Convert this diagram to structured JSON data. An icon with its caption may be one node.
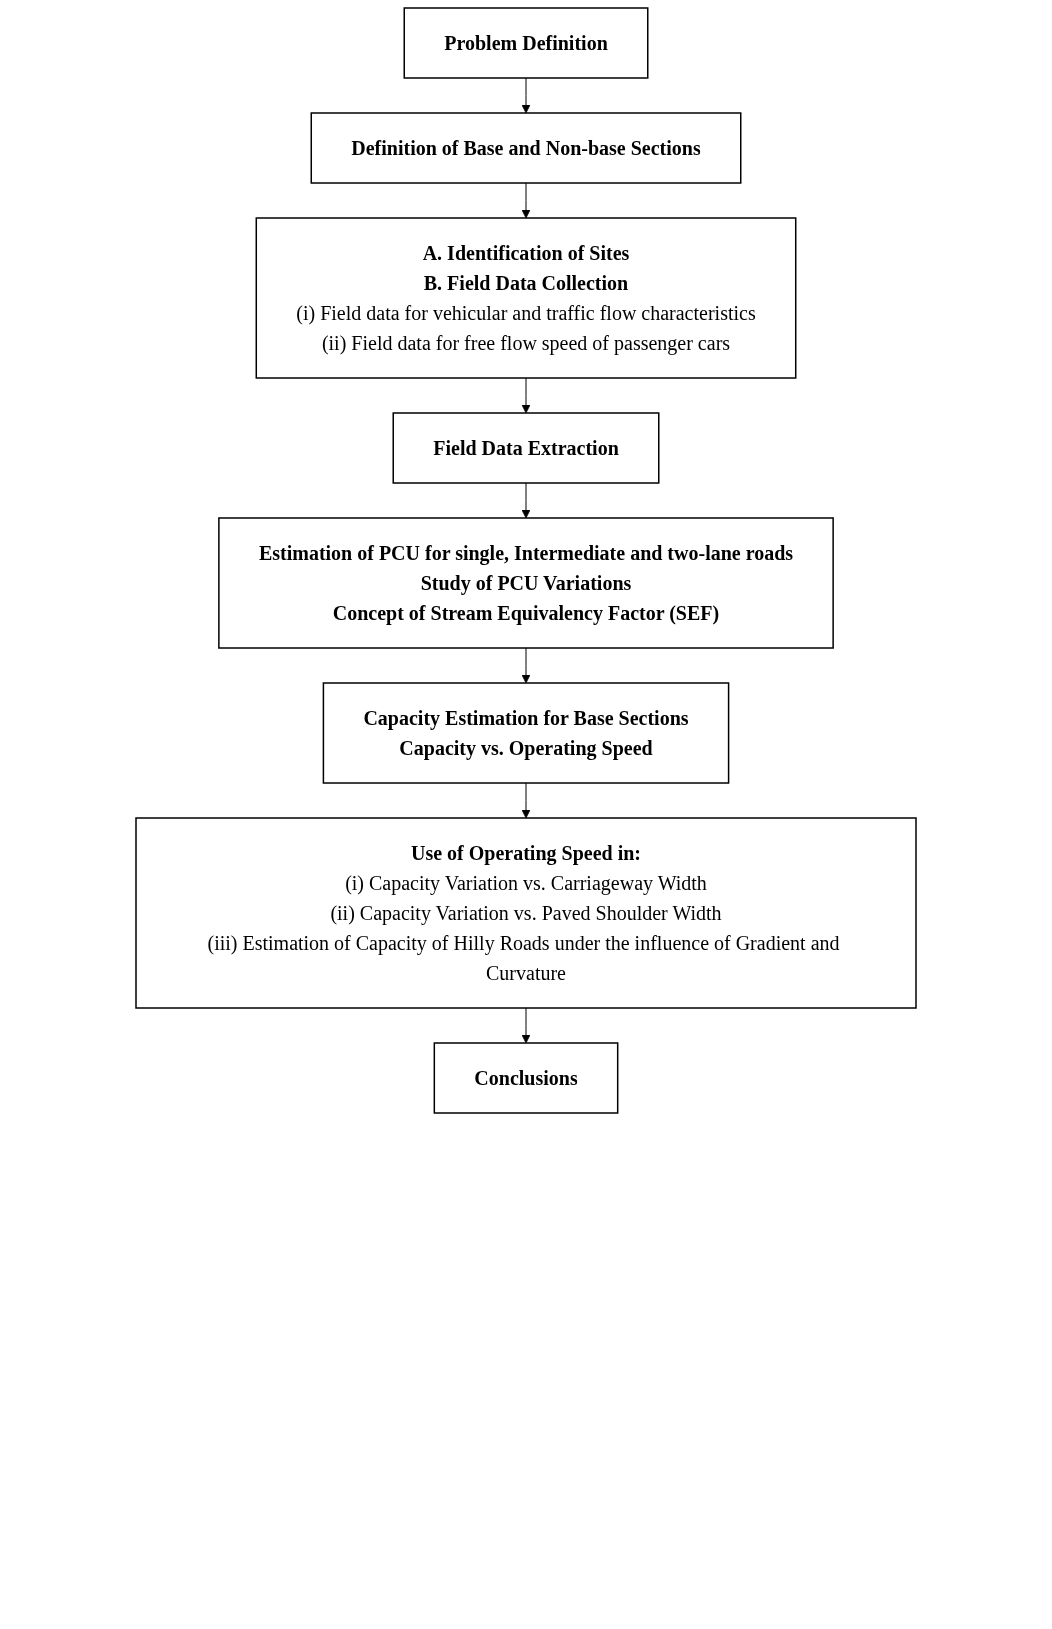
{
  "diagram": {
    "nodes": [
      {
        "text": [
          "Problem Definition"
        ]
      },
      {
        "text": [
          "Definition of Base and Non-base Sections"
        ]
      },
      {
        "text": [
          "A. Identification of Sites",
          "B. Field Data Collection",
          "(i) Field data for vehicular and traffic flow characteristics",
          "(ii) Field data for free flow speed of passenger cars"
        ]
      },
      {
        "text": [
          "Field Data Extraction"
        ]
      },
      {
        "text": [
          "Estimation of PCU for single, Intermediate and two-lane roads",
          "Study of PCU Variations",
          "Concept of Stream Equivalency Factor (SEF)"
        ]
      },
      {
        "text": [
          "Capacity Estimation for Base Sections",
          "Capacity vs. Operating Speed"
        ]
      },
      {
        "text": [
          "Use of Operating Speed in:",
          "(i) Capacity Variation vs. Carriageway Width",
          "(ii) Capacity Variation vs. Paved Shoulder Width",
          "(iii) Estimation of Capacity of Hilly Roads under the influence of Gradient and Curvature"
        ]
      },
      {
        "text": [
          "Conclusions"
        ]
      }
    ],
    "edges": [
      {
        "from": 0,
        "to": 1,
        "arrow": "to"
      },
      {
        "from": 1,
        "to": 2,
        "arrow": "to"
      },
      {
        "from": 2,
        "to": 3,
        "arrow": "to"
      },
      {
        "from": 3,
        "to": 4,
        "arrow": "to"
      },
      {
        "from": 4,
        "to": 5,
        "arrow": "to"
      },
      {
        "from": 5,
        "to": 6,
        "arrow": "to"
      },
      {
        "from": 6,
        "to": 7,
        "arrow": "to"
      }
    ]
  }
}
